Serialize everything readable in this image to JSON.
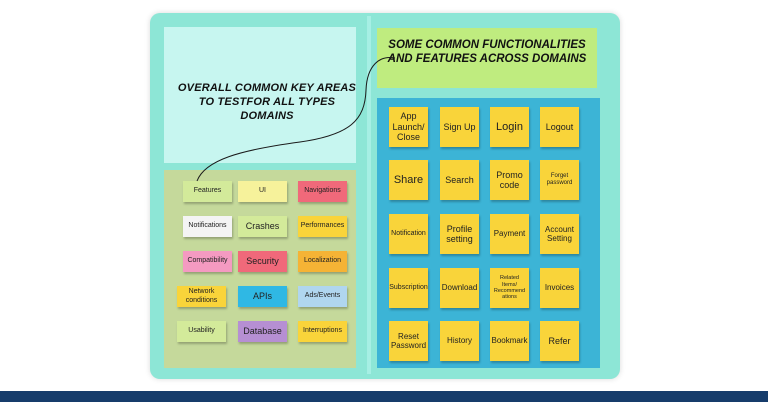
{
  "left_title": "OVERALL COMMON KEY AREAS TO TESTFOR ALL TYPES DOMAINS",
  "right_title": "SOME COMMON FUNCTIONALITIES AND FEATURES ACROSS DOMAINS",
  "colors": {
    "board": "#8de6d6",
    "left_title_bg": "#c7f6f0",
    "right_title_bg": "#bfec7f",
    "left_panel": "#c5d99b",
    "right_panel": "#3cb4d6",
    "sticky_yellow": "#f9d43a",
    "footer": "#163c6b"
  },
  "key_areas": [
    {
      "label": "Features",
      "color": "#d3ea9a"
    },
    {
      "label": "UI",
      "color": "#f6f29b"
    },
    {
      "label": "Navigations",
      "color": "#f0697a"
    },
    {
      "label": "Notifications",
      "color": "#f4f4f4"
    },
    {
      "label": "Crashes",
      "color": "#d3ea9a"
    },
    {
      "label": "Performances",
      "color": "#f9d43a"
    },
    {
      "label": "Compatibility",
      "color": "#f49ac1"
    },
    {
      "label": "Security",
      "color": "#f0697a"
    },
    {
      "label": "Localization",
      "color": "#f5b335"
    },
    {
      "label": "Network conditions",
      "color": "#f9d43a"
    },
    {
      "label": "APIs",
      "color": "#2fb8e4"
    },
    {
      "label": "Ads/Events",
      "color": "#b0d6ef"
    },
    {
      "label": "Usability",
      "color": "#d3ea9a"
    },
    {
      "label": "Database",
      "color": "#b68fd3"
    },
    {
      "label": "Interruptions",
      "color": "#f9d43a"
    }
  ],
  "functionalities": [
    "App Launch/ Close",
    "Sign Up",
    "Login",
    "Logout",
    "Share",
    "Search",
    "Promo code",
    "Forget password",
    "Notification",
    "Profile setting",
    "Payment",
    "Account Setting",
    "Subscription",
    "Download",
    "Related Items/ Recommend ations",
    "Invoices",
    "Reset Password",
    "History",
    "Bookmark",
    "Refer"
  ]
}
